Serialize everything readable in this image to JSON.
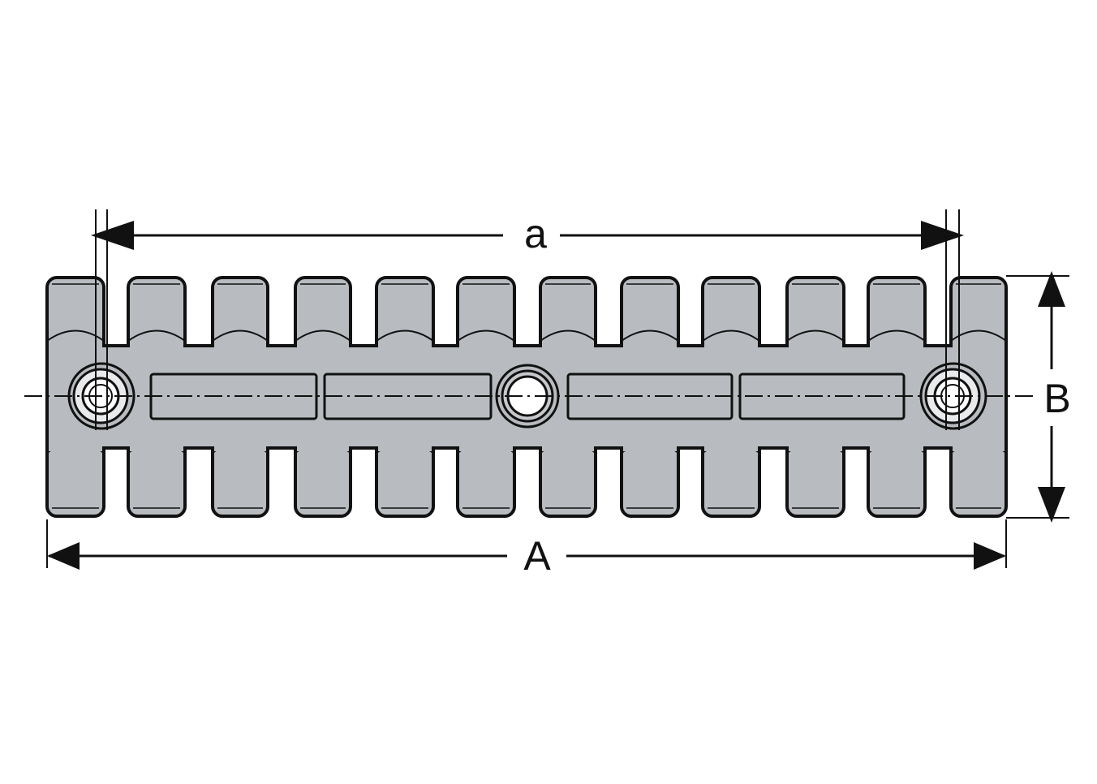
{
  "diagram": {
    "tooth_count_per_side": 12,
    "mounting_hole_count": 3,
    "dimension_labels": {
      "overall_length": "A",
      "hole_spacing": "a",
      "height": "B"
    },
    "colors": {
      "body_fill": "#b8bbbf",
      "outline": "#111111",
      "background": "#ffffff",
      "hole_fill": "#ffffff",
      "washer_fill": "#e9eaec"
    }
  }
}
